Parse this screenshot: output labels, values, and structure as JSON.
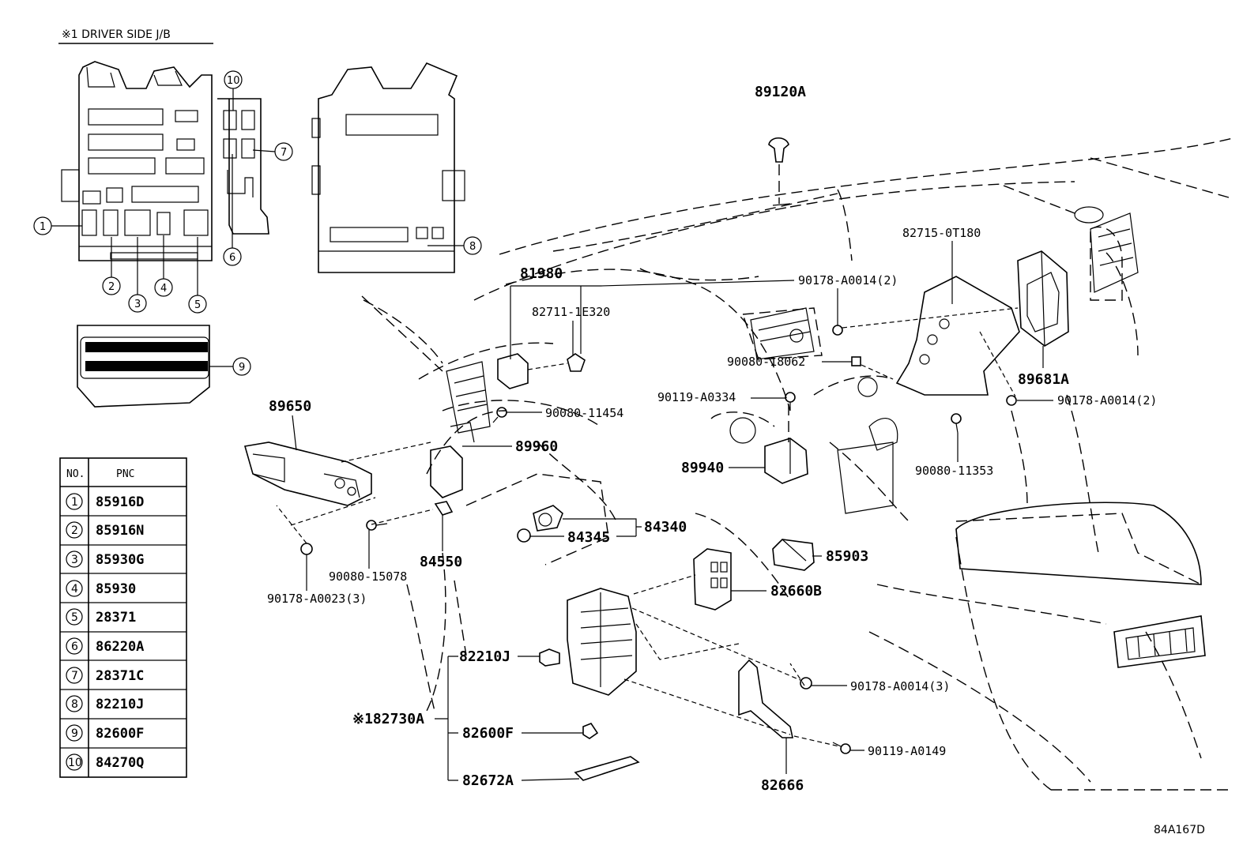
{
  "header": {
    "title": "※1 DRIVER SIDE J/B"
  },
  "legend": {
    "col_no": "NO.",
    "col_pnc": "PNC",
    "rows": [
      {
        "no": "1",
        "pnc": "85916D"
      },
      {
        "no": "2",
        "pnc": "85916N"
      },
      {
        "no": "3",
        "pnc": "85930G"
      },
      {
        "no": "4",
        "pnc": "85930"
      },
      {
        "no": "5",
        "pnc": "28371"
      },
      {
        "no": "6",
        "pnc": "86220A"
      },
      {
        "no": "7",
        "pnc": "28371C"
      },
      {
        "no": "8",
        "pnc": "82210J"
      },
      {
        "no": "9",
        "pnc": "82600F"
      },
      {
        "no": "10",
        "pnc": "84270Q"
      }
    ]
  },
  "callouts": [
    "1",
    "2",
    "3",
    "4",
    "5",
    "6",
    "7",
    "8",
    "9",
    "10"
  ],
  "parts": {
    "p89120A": "89120A",
    "p82715": "82715-0T180",
    "p81980": "81980",
    "p90178_top": "90178-A0014(2)",
    "p82711": "82711-1E320",
    "p90080_18062": "90080-18062",
    "p89681A": "89681A",
    "p90119_a0334": "90119-A0334",
    "p90178_right": "90178-A0014(2)",
    "p89650": "89650",
    "p90080_11454": "90080-11454",
    "p89960": "89960",
    "p90080_11353": "90080-11353",
    "p89940": "89940",
    "p84340": "84340",
    "p84345": "84345",
    "p84550": "84550",
    "p90080_15078": "90080-15078",
    "p90178_a0023": "90178-A0023(3)",
    "p85903": "85903",
    "p82660B": "82660B",
    "p82210J": "82210J",
    "p82730A": "※182730A",
    "p90178_3": "90178-A0014(3)",
    "p82600F": "82600F",
    "p90119_a0149": "90119-A0149",
    "p82672A": "82672A",
    "p82666": "82666"
  },
  "figure_code": "84A167D"
}
